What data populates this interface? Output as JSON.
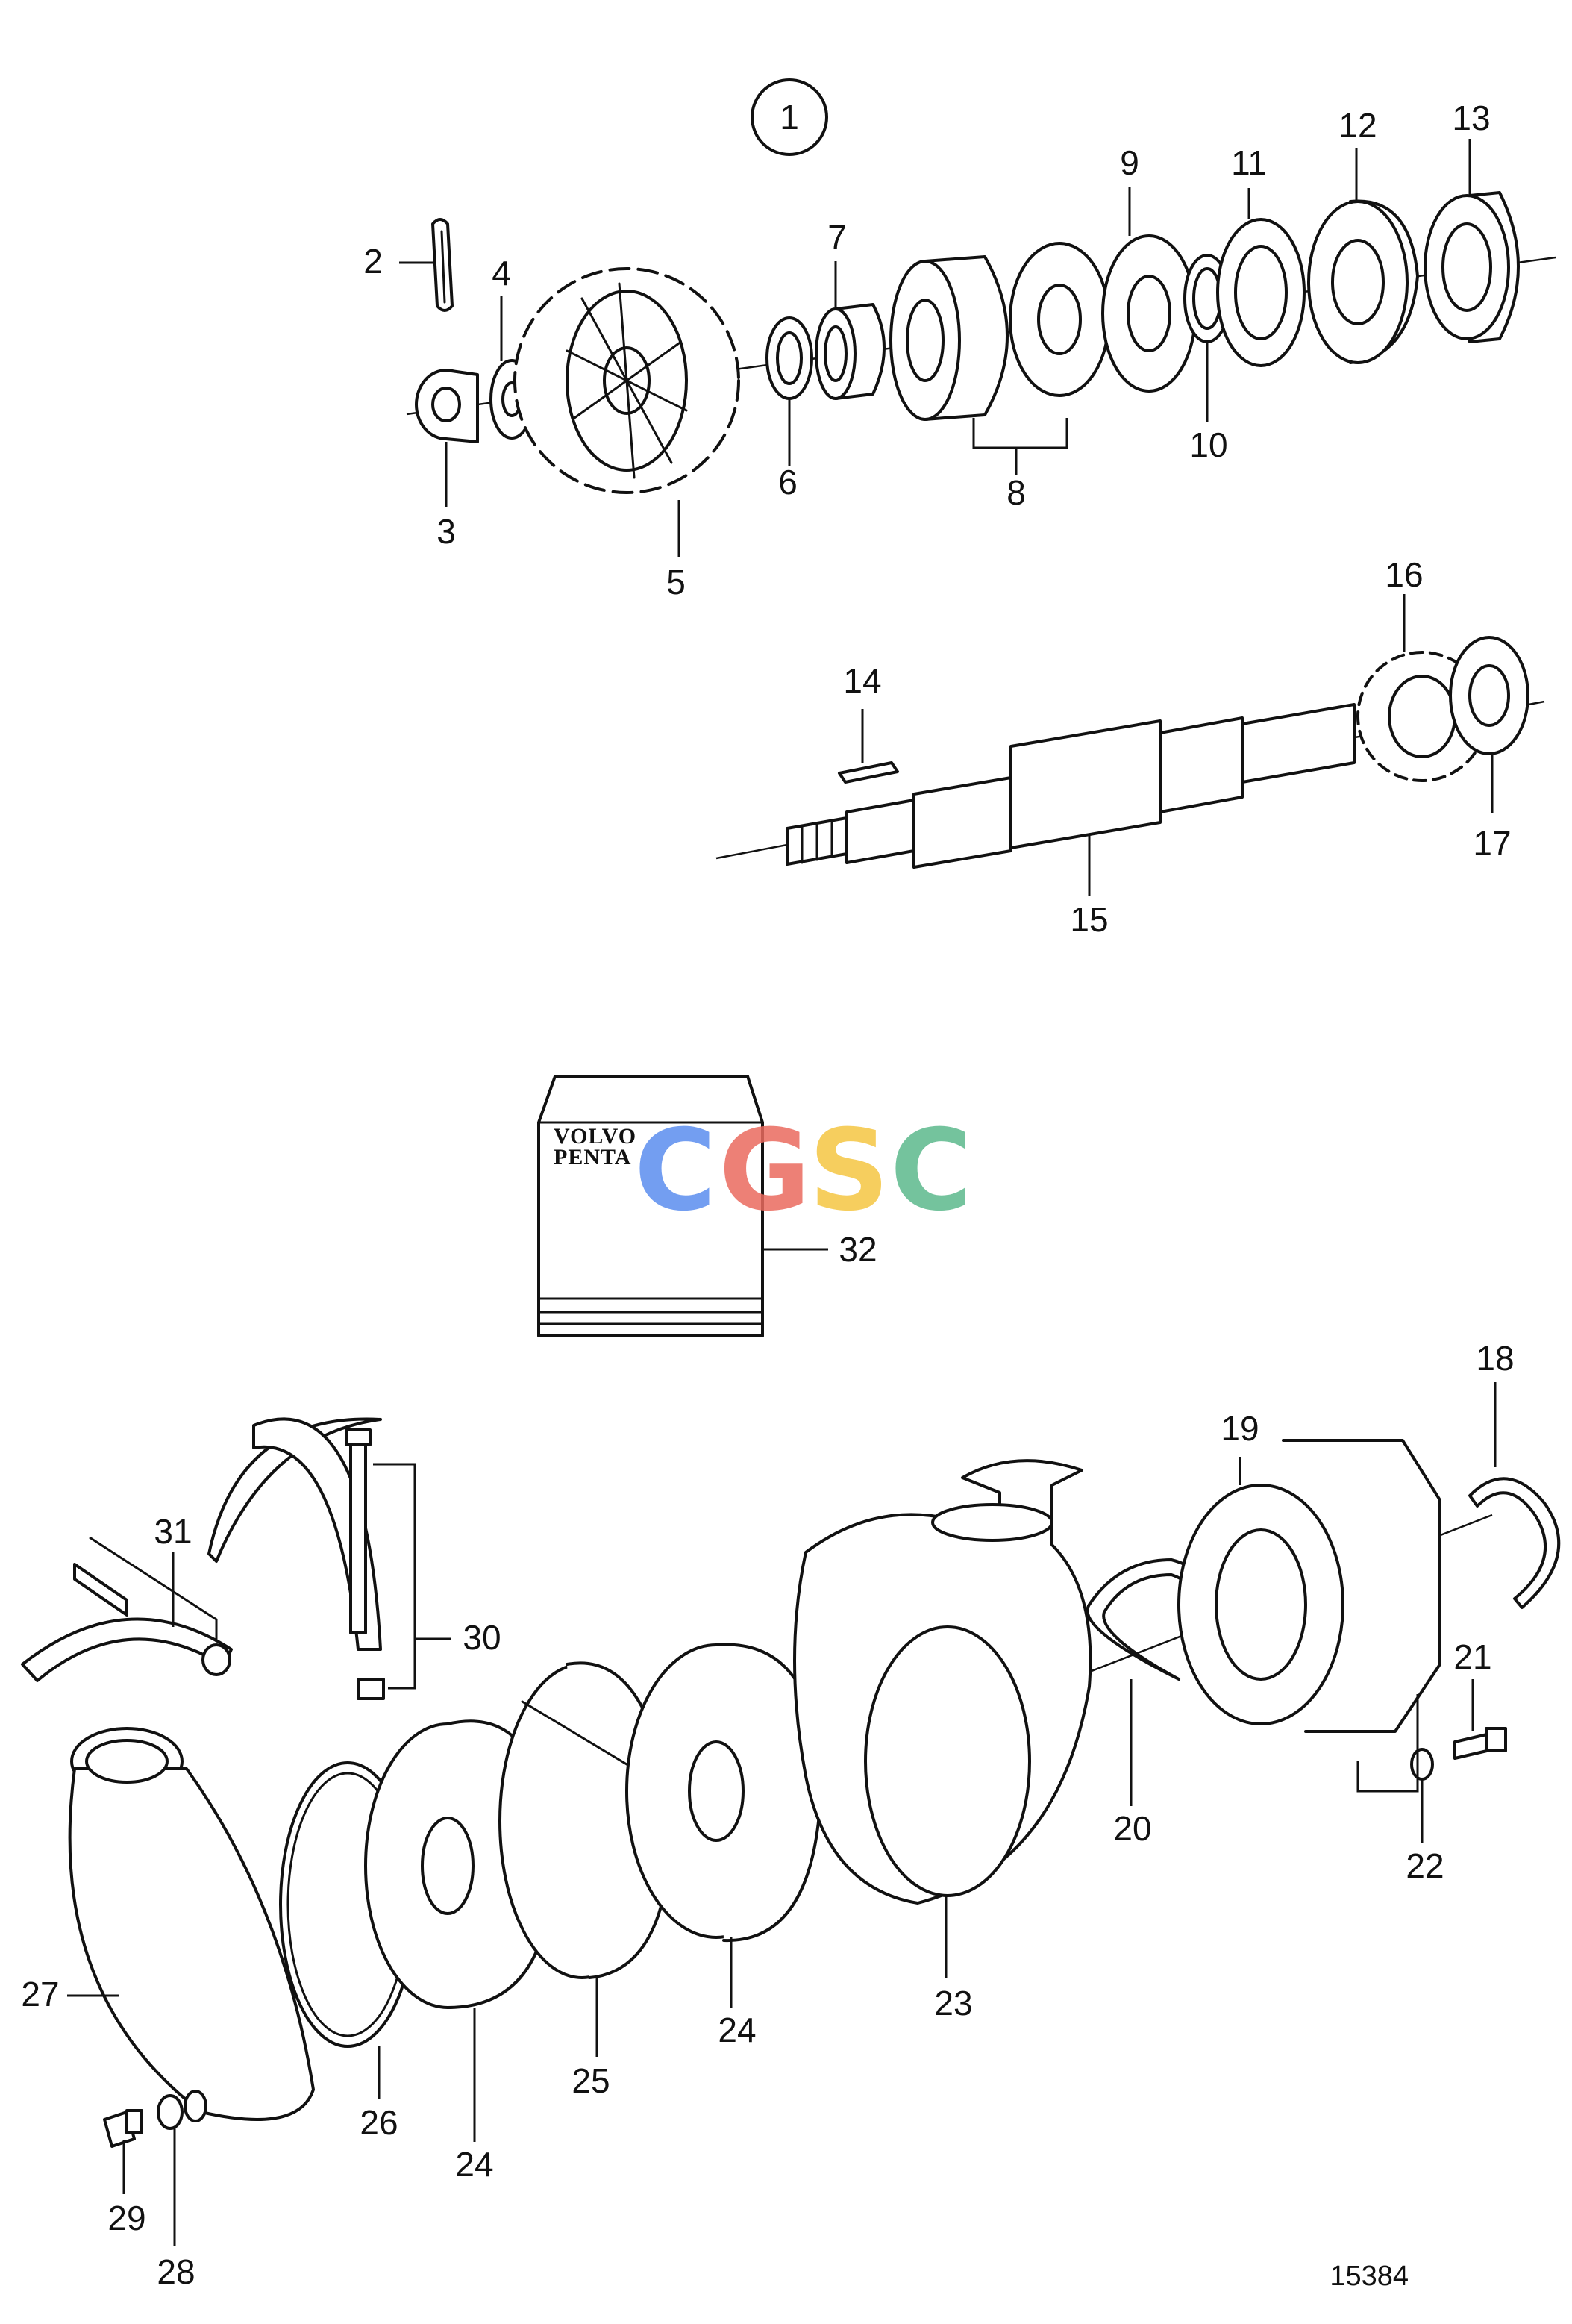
{
  "diagram": {
    "group_marker": "1",
    "reference_number": "15384",
    "book_brand": {
      "line1": "VOLVO",
      "line2": "PENTA"
    },
    "watermark": {
      "letters": [
        "C",
        "G",
        "S",
        "C"
      ],
      "colors": [
        "#5B8DEF",
        "#EA6A5E",
        "#F4C542",
        "#5CB88C"
      ]
    },
    "part_labels": [
      "2",
      "3",
      "4",
      "5",
      "6",
      "7",
      "8",
      "9",
      "10",
      "11",
      "12",
      "13",
      "14",
      "15",
      "16",
      "17",
      "18",
      "19",
      "20",
      "21",
      "22",
      "23",
      "24",
      "24",
      "25",
      "26",
      "27",
      "28",
      "29",
      "30",
      "31",
      "32"
    ]
  }
}
